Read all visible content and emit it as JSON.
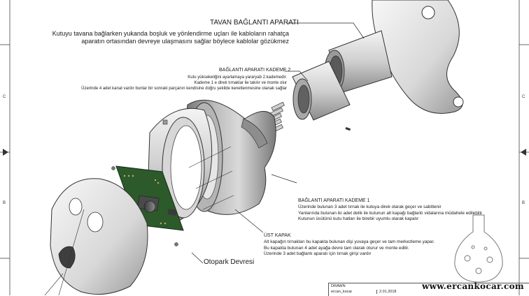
{
  "title_block": {
    "drawn_label": "DRAWN",
    "drawn_by": "ercan_kocar",
    "date": "2.01.2018"
  },
  "zones": {
    "left_c": "C",
    "left_b": "B",
    "right_c": "C",
    "right_b": "B"
  },
  "callouts": {
    "tavan": {
      "title": "TAVAN BAĞLANTI APARATI",
      "lines": [
        "Kutuyu tavana bağlarken yukanda boşluk ve yönlendirme uçları ile kabloların rahatça",
        "aparatın ortasından devreye ulaşmasını sağlar böylece kablolar gözükmez"
      ]
    },
    "kademe2": {
      "title": "BAĞLANTI APARATI KADEME 2",
      "lines": [
        "Kutu yüksekeliğini ayarlamaya yararyab 2.kademedir.",
        "Kademe 1 e direk tırnaklar ile takılır ve monte olur",
        "Üzerinde 4 adet kanat vardır bunlar bir sonraki parçanın kendisine doğru şekilde kenetlenmesine olanak sağlar"
      ]
    },
    "kademe1": {
      "title": "BAĞLANTI APARATI KADEME 1",
      "lines": [
        "Üzerinde bulunan 3 adet tırnak ile kutuya direk olarak geçer ve sabitlenir",
        "Yanlarında bulunan iki adet delik ile kutunun alt kapağı bağlantı vidalarına müdahele edilebilir",
        "Kutunun üsütünü kutu hatları ile birebir uyumlu olarak kapatır"
      ]
    },
    "ust_kapak": {
      "title": "ÜST KAPAK",
      "lines": [
        "Alt kapağın tırnakları bu kapakta bulunan dişi yuvaya geçer ve tam merkezleme yapar.",
        "Bu kapakta bulunan 4 adet ayağa devre tam olarak oturur ve monte edilir.",
        "Üzerinde 3 adet bağlantı aparatı için tırnak girişi vardır"
      ]
    },
    "otopark": {
      "title": "Otopark Devresi"
    }
  },
  "watermark": "www.ercankocar.com"
}
